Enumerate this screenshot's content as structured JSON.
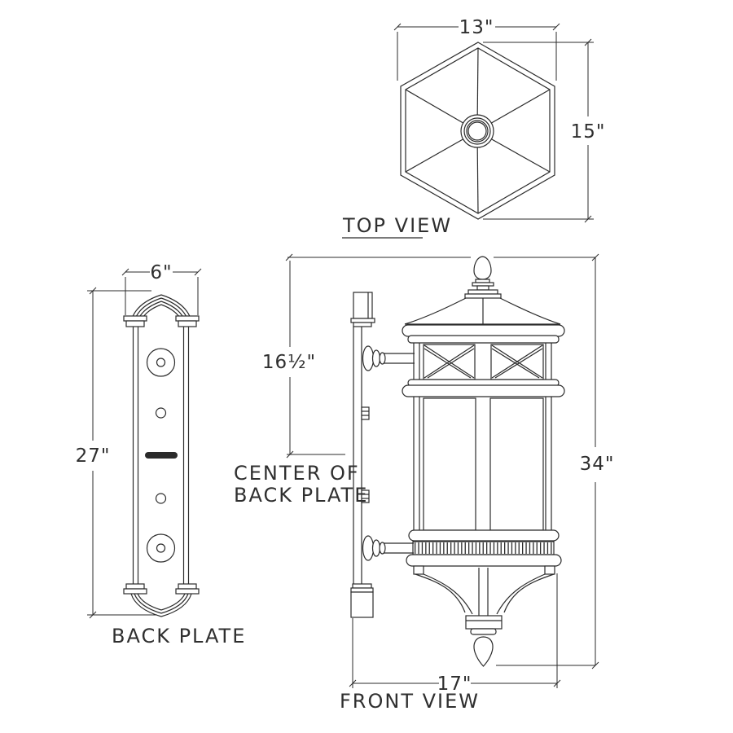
{
  "title": "Wall lantern dimension drawing",
  "theme": {
    "background": "#ffffff",
    "line_color": "#2b2b2b",
    "text_color": "#2f2f2f",
    "glass_speck_color": "#242424"
  },
  "views": {
    "top_view": {
      "label": "TOP VIEW",
      "width_dim": "13\"",
      "height_dim": "15\""
    },
    "back_plate": {
      "label": "BACK PLATE",
      "width_dim": "6\"",
      "height_dim": "27\""
    },
    "front_view": {
      "label": "FRONT VIEW",
      "width_dim": "17\"",
      "height_dim": "34\"",
      "center_dim": "16½\"",
      "center_note_line1": "CENTER OF",
      "center_note_line2": "BACK PLATE"
    }
  }
}
